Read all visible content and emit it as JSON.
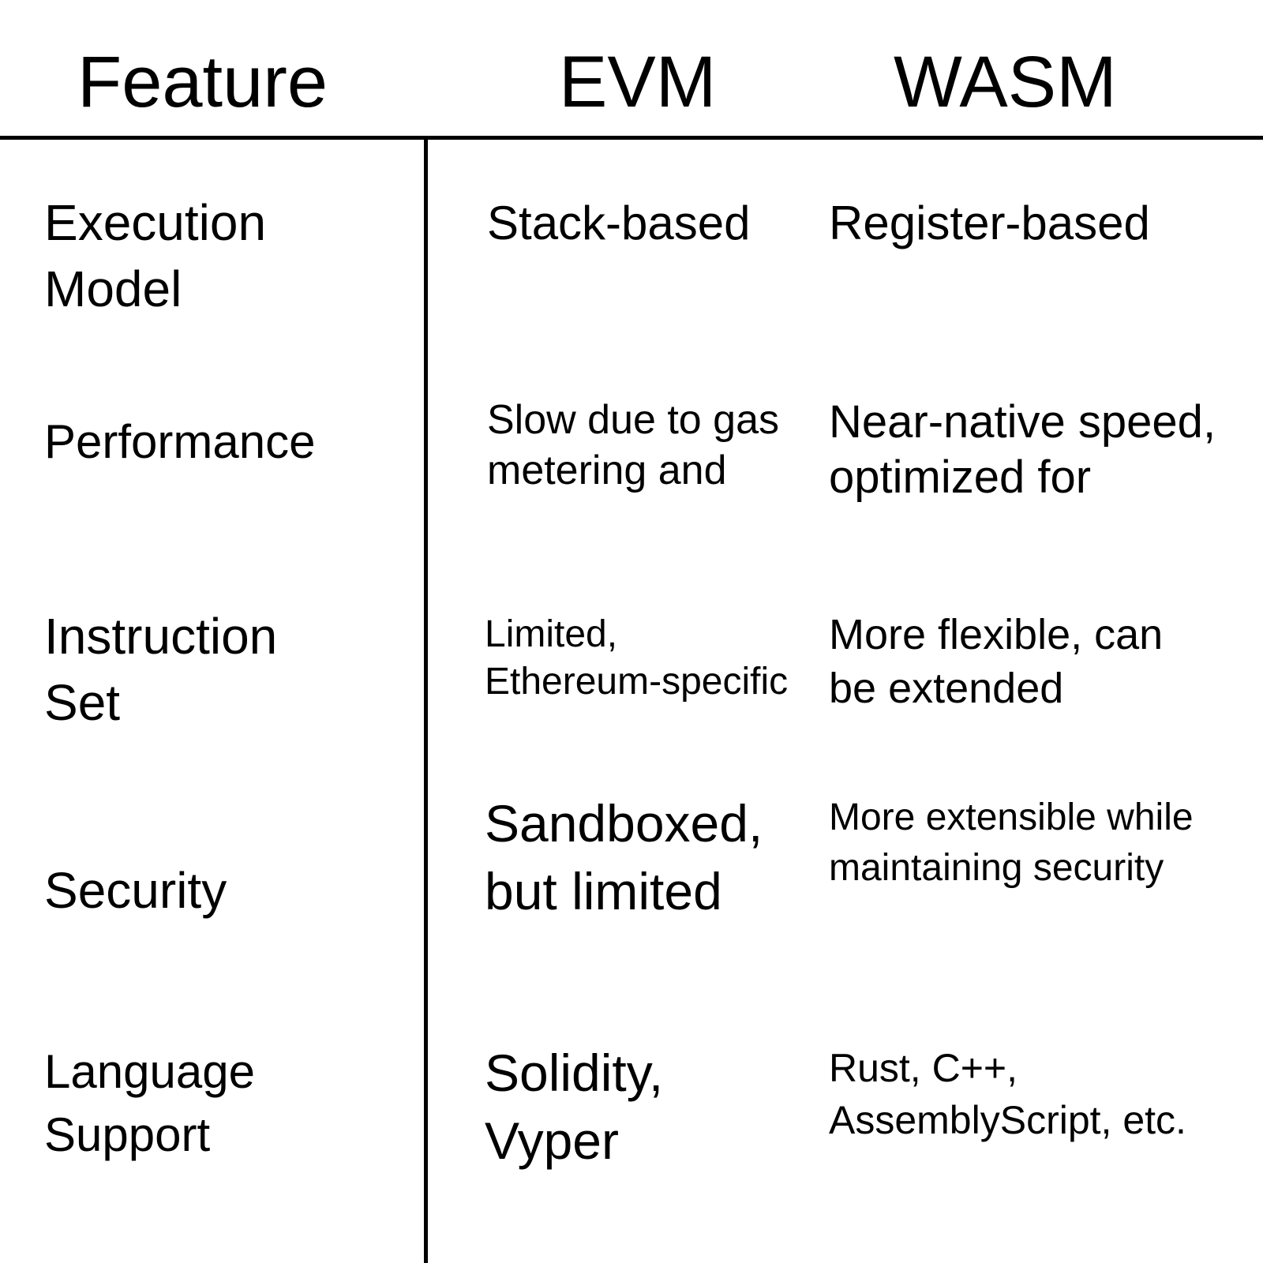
{
  "table": {
    "headers": {
      "feature": "Feature",
      "evm": "EVM",
      "wasm": "WASM"
    },
    "rows": [
      {
        "feature": [
          "Execution",
          "Model"
        ],
        "evm": [
          "Stack-based"
        ],
        "wasm": [
          "Register-based"
        ]
      },
      {
        "feature": [
          "Performance"
        ],
        "evm": [
          "Slow due to gas",
          "metering and"
        ],
        "wasm": [
          "Near-native speed,",
          "optimized for"
        ]
      },
      {
        "feature": [
          "Instruction",
          "Set"
        ],
        "evm": [
          "Limited,",
          "Ethereum-specific"
        ],
        "wasm": [
          "More flexible, can",
          "be extended"
        ]
      },
      {
        "feature": [
          "Security"
        ],
        "evm": [
          "Sandboxed,",
          "but limited"
        ],
        "wasm": [
          "More extensible while",
          "maintaining security"
        ]
      },
      {
        "feature": [
          "Language",
          "Support"
        ],
        "evm": [
          "Solidity,",
          "Vyper"
        ],
        "wasm": [
          "Rust, C++,",
          "AssemblyScript, etc."
        ]
      }
    ]
  }
}
